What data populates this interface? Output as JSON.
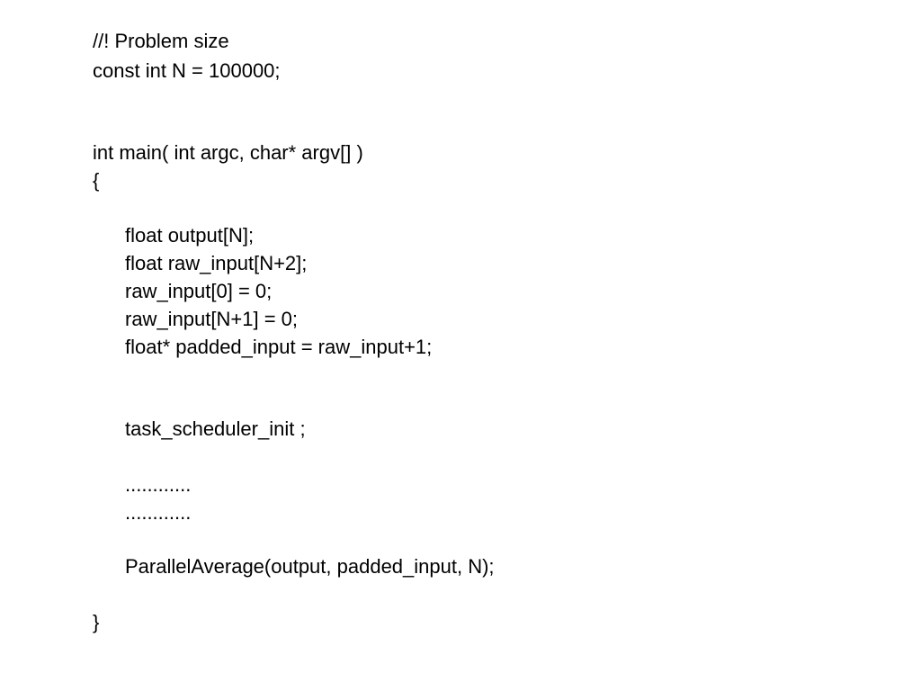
{
  "code": {
    "comment": "//! Problem size",
    "const_decl": "const int N = 100000;",
    "main_sig": "int main( int argc, char* argv[] )",
    "open_brace": "{",
    "output_decl": "float output[N];",
    "raw_input_decl": "float raw_input[N+2];",
    "raw_input_first": "raw_input[0] = 0;",
    "raw_input_last": "raw_input[N+1] = 0;",
    "padded_decl": "float* padded_input = raw_input+1;",
    "scheduler_init": "task_scheduler_init ;",
    "ellipsis_1": "............",
    "ellipsis_2": "............",
    "parallel_call": "ParallelAverage(output, padded_input, N);",
    "close_brace": "}"
  }
}
